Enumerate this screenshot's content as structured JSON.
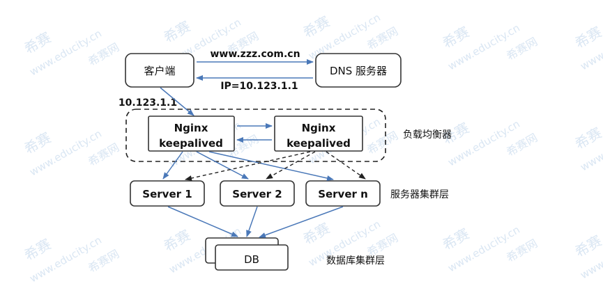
{
  "watermark": {
    "brand": "希赛",
    "url": "www.educity.cn",
    "cn": "希赛网"
  },
  "nodes": {
    "client": "客户端",
    "dns": "DNS 服务器",
    "nginx1_line1": "Nginx",
    "nginx1_line2": "keepalived",
    "nginx2_line1": "Nginx",
    "nginx2_line2": "keepalived",
    "server1": "Server 1",
    "server2": "Server 2",
    "servern": "Server n",
    "db": "DB"
  },
  "edges": {
    "dns_query": "www.zzz.com.cn",
    "dns_reply": "IP=10.123.1.1",
    "client_ip": "10.123.1.1"
  },
  "layers": {
    "load_balancer": "负载均衡器",
    "server_cluster": "服务器集群层",
    "db_cluster": "数据库集群层"
  },
  "colors": {
    "arrow_blue": "#4a78b8",
    "stroke": "#333333",
    "watermark": "#d6e4f2"
  }
}
